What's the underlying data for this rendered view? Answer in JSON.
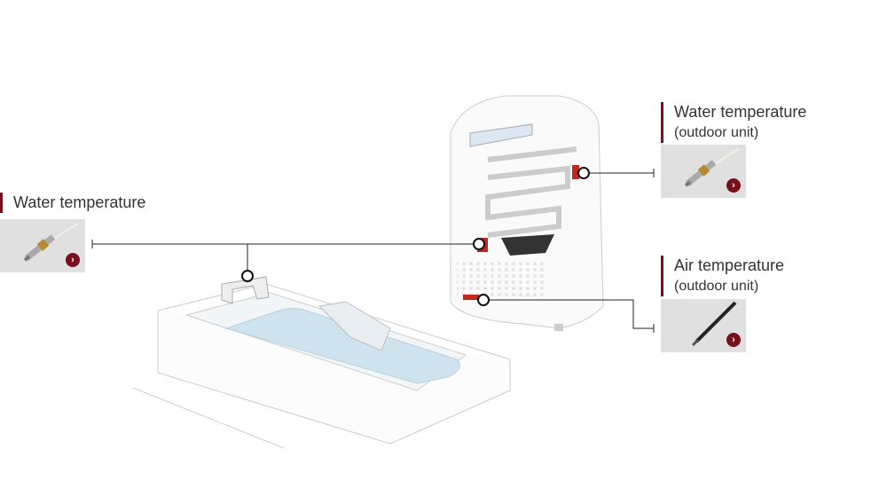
{
  "sensors": [
    {
      "title": "Water temperature",
      "subtitle": "",
      "type": "water-probe"
    },
    {
      "title": "Water temperature",
      "subtitle": "(outdoor unit)",
      "type": "water-probe"
    },
    {
      "title": "Air temperature",
      "subtitle": "(outdoor unit)",
      "type": "air-probe"
    }
  ],
  "arrow_glyph": "›",
  "colors": {
    "accent": "#7a0f1c",
    "sensor_marker": "#c0281e"
  }
}
